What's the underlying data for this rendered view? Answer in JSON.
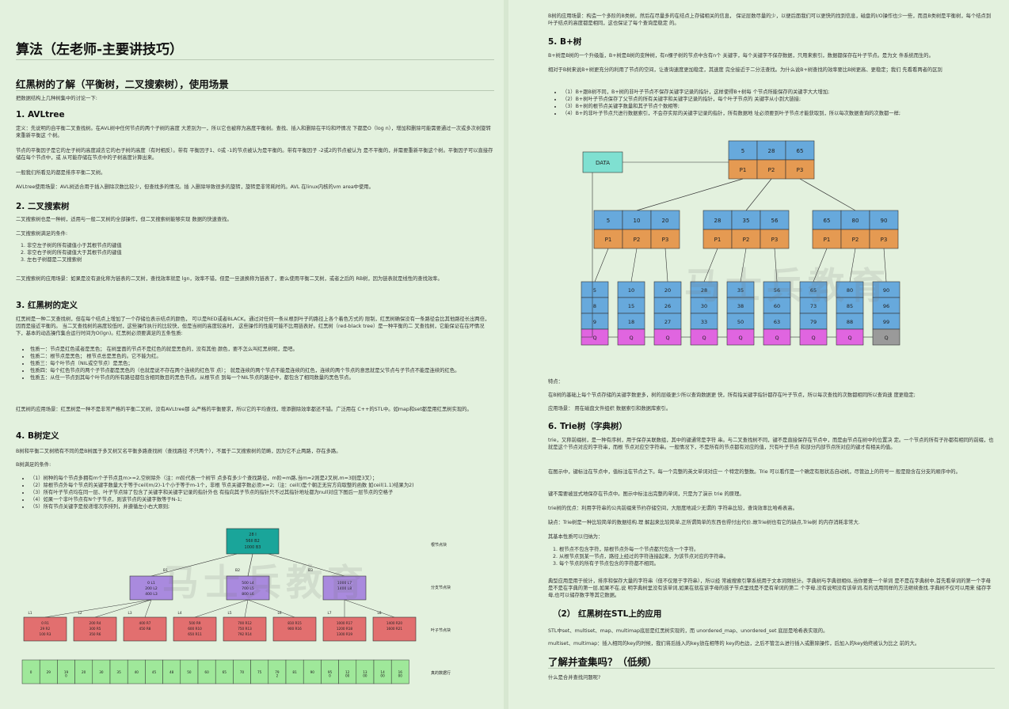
{
  "left": {
    "title": "算法（左老师-主要讲技巧）",
    "s0": {
      "title": "红黑树的了解（平衡树，二叉搜索树），使用场景",
      "intro": "把数据结构上几种树集中的讨论一下:"
    },
    "s1": {
      "title": "1. AVLtree",
      "p1": "定义：先说明的自平衡二叉查找树。在AVL树中任何节点的两个子树的高度 大差别为一，所以它也被称为高度平衡树。查找、插入和删除在平均和坏情况 下都是O（log n），增加和删除可能需要通过一次或多次树旋转来重新平衡这 个树。",
      "p2": "节点的平衡因子是它的左子树的高度减去它的右子树的高度（有时相反）。带有 平衡因子1、0或 -1的节点被认为是平衡的。带有平衡因子 -2或2的节点被认为 是不平衡的，并需要重新平衡这个树。平衡因子可以直接存储在每个节点中，或 从可能存储在节点中的子树高度计算出来。",
      "p3": "一般我们所看见的都是排序平衡二叉树。",
      "p4": "AVLtree使用场景：AVL树适合用于插入删除次数比较少，但查找多的情况。插 入删除导致很多的旋转，旋转是非常耗时的。AVL 在linux内核的vm area中使用。"
    },
    "s2": {
      "title": "2. 二叉搜索树",
      "p1": "二叉搜索树也是一种树，适用与一般二叉树的全部操作，但二叉搜索树能够实现 数据的快速查找。",
      "p2": "二叉搜索树满足的条件:",
      "items": [
        "1. 非空左子树的所有键值小于其根节点的键值",
        "2. 非空右子树的所有键值大于其根节点的键值",
        "3. 左右子树都是二叉搜索树"
      ],
      "p3": "二叉搜索树的应用场景：如果是没有退化称为链表的二叉树，查找效率就是 lgn，效率不错，但是一旦退换称为链表了，要么使用平衡二叉树，或者之后的 RB树，因为链表就是线性的查找效率。"
    },
    "s3": {
      "title": "3. 红黑树的定义",
      "p1": "红黑树是一种二叉查找树，但在每个结点上增加了一个存储位表示结点的颜色， 可以是RED或者BLACK。通过对任何一条从根到叶子的路径上各个着色方式的 限制，红黑树确保没有一条路径会比其他路径长出两倍，因而是接近平衡的。 当二叉查找树的高度较低时，这些操作执行的比较快，但是当树的高度较高时， 这些操作的性能可能不比用链表好。红黑树（red-black tree）是一种平衡的二 叉查找树，它能保证在在坏情况下，基本的动态操作集合运行时间为O(lgn)。红黑树必须要满足的五条性质:",
      "items": [
        "性质一：节点是红色或者是黑色； 在树里面的节点不是红色的就是黑色的，没有其他 颜色，要不怎么叫红黑树呢，是吧。",
        "性质二：根节点是黑色；  根节点总是黑色的。它不能为红。",
        "性质三：每个叶节点（NIL或空节点）是黑色；",
        "性质四：每个红色节点的两个子节点都是黑色的（也就是说不存在两个连续的红色节 点）； 就是连续的两个节点不能是连续的红色，连续的两个节点的意思就是父节点与子节点不能是连续的红色。",
        "性质五：从任一节点到其每个叶节点的所有路径都包含相同数目的黑色节点。从根节点 到每一个NIL节点的路径中，都包含了相同数量的黑色节点。"
      ],
      "p2": "红黑树的应用场景：红黑树是一种不是非常严格的平衡二叉树，没有AVLtree那 么严格的平衡要求，所以它的平均查找，增添删除效率都还不错。广泛用在 C++的STL中。如map和set都是用红黑树实现的。"
    },
    "s4": {
      "title": "4. B树定义",
      "p1": "B树和平衡二叉树稍有不同的是B树属于多叉树又名平衡多路查找树（查找路径 不只两个），不属于二叉搜索树的范畴，因为它不止两路，存在多路。",
      "p2": "B树满足的条件:",
      "items": [
        "（1）树种的每个节点多拥有m个子节点且m>=2,空树除外（注：m阶代表一个树节 点多有多少个查找路径，m阶=m路,当m=2则是2叉树,m=3则是3叉）；",
        "（2）除根节点外每个节点的关键字数量大于等于ceil(m/2)-1个小于等于m-1个，非根 节点关键字数必须>=2;（注：ceil()是个朝正无穷方向取整的函数 如ceil(1.1)结果为2)",
        "（3）所有叶子节点均在同一层、叶子节点除了包含了关键字和关键字记录的指针外也 有指向其子节点的指针只不过其指针地址都为null对应下图后一层节点的空格子",
        "（4）如果一个非叶节点有N个子节点，则该节点的关键字数等于N-1;",
        "（5）所有节点关键字是按递增次序排列，并遵循左小右大原则;"
      ]
    },
    "btree": {
      "root": [
        "28 I",
        "56II B2",
        "1000 B3"
      ],
      "mid": [
        [
          "0 L1",
          "200 L2",
          "400 L3"
        ],
        [
          "500 L4",
          "700 L5",
          "800 L6"
        ],
        [
          "1000 L7",
          "1400 L8"
        ]
      ],
      "leaves": [
        [
          "0 R1",
          "29 R2",
          "100 R3"
        ],
        [
          "200 R4",
          "300 R5",
          "350 R6"
        ],
        [
          "400 R7",
          "450 R8"
        ],
        [
          "500 R9",
          "600 R10",
          "650 R11"
        ],
        [
          "700 R12",
          "750 R13",
          "792 R14"
        ],
        [
          "810 R15",
          "900 R16"
        ],
        [
          "1000 R17",
          "1200 R18",
          "1300 R19"
        ],
        [
          "1400 R20",
          "1600 R21"
        ]
      ],
      "ptr": [
        "B1",
        "B2",
        "B3"
      ],
      "lptr": [
        "L1",
        "L2",
        "L3",
        "L4",
        "L5",
        "L6",
        "L7",
        "L8"
      ],
      "data": [
        "0",
        "29",
        "19\n0",
        "20",
        "30",
        "35",
        "40",
        "45",
        "48",
        "50",
        "60",
        "65",
        "70",
        "75",
        "79\n2",
        "81",
        "90",
        "95\n0",
        "12\n00",
        "13\n00",
        "14\n00",
        "16\n00"
      ],
      "label_root": "根节点块",
      "label_mid": "分支节点块",
      "label_leaf": "叶子节点块",
      "label_data": "真的数据行"
    },
    "watermark": "马士兵教育"
  },
  "right": {
    "top": "B树的应用场景：构造一个多阶的B类树，然后在尽量多的在结点上存储相关的信息， 保证层数尽量的少，以便后面我们可以更快的找到信息，磁盘的I/O操作也少一些，而且B类树是平衡树，每个结点到叶子结点的高度都是相同，这也保证了每个查询是稳定 的。",
    "s5": {
      "title": "5. B+树",
      "p1": "B+树是B树的一个升级版，B+树是B树的变种树，有n棵子树的节点中含有n个 关键字，每个关键字不保存数据，只用来索引，数据都保存在叶子节点。是为文 件系统而生的。",
      "p2": "相对于B树来说B+树更充分的利用了节点的空间，让查询速度更加稳定，其速度 完全接近于二分法查找。为什么说B+树查找的效率要比B树更高、更稳定；我们 先看看两者的区别",
      "items": [
        "（1）B+跟B树不同，B+树的非叶子节点不保存关键字记录的指针，这样使得B+树每 个节点所能保存的关键字大大增加;",
        "（2）B+树叶子节点保存了父节点的所有关键字和关键字记录的指针，每个叶子节点的 关键字从小到大链接;",
        "（3）B+树的根节点关键字数量和其子节点个数相等;",
        "（4）B+的非叶子节点只进行数据索引，不会存实际的关键字记录的指针，所有数据地 址必须要到叶子节点才能获取到，所以每次数据查询的次数都一样;"
      ]
    },
    "bplus": {
      "data_label": "DATA",
      "root": [
        "5",
        "28",
        "65"
      ],
      "mid": [
        [
          "5",
          "10",
          "20"
        ],
        [
          "28",
          "35",
          "56"
        ],
        [
          "65",
          "80",
          "90"
        ]
      ],
      "p": [
        "P1",
        "P2",
        "P3"
      ],
      "leaves": [
        [
          "5",
          "8",
          "9"
        ],
        [
          "10",
          "15",
          "18"
        ],
        [
          "20",
          "26",
          "27"
        ],
        [
          "28",
          "30",
          "33"
        ],
        [
          "35",
          "38",
          "50"
        ],
        [
          "56",
          "60",
          "63"
        ],
        [
          "65",
          "73",
          "79"
        ],
        [
          "80",
          "85",
          "88"
        ],
        [
          "90",
          "96",
          "99"
        ]
      ],
      "q": "Q"
    },
    "feat": {
      "label": "特点：",
      "p1": "在B树的基础上每个节点存储的关键字数更多，树的层级更少所以查询数据更 快，所有指关键字指针都存在叶子节点，所以每次查找的次数都相同所以查询速 度更稳定;",
      "p2": "应用场景： 用在磁盘文件组织 数据索引和数据库索引。"
    },
    "s6": {
      "title": "6. Trie树（字典树）",
      "p1": "trie，又称前缀树，是一种有序树，用于保存关联数组，其中的键通常是字符 串。与二叉查找树不同，键不是直接保存在节点中，而是由节点在树中的位置决 定。一个节点的所有子孙都有相同的前缀，也就是这个节点对应的字符串，而根 节点对应空字符串。一般情况下，不是所有的节点都有对应的值，只有叶子节点 和部分内部节点所对应的键才有相关的值。",
      "p2": "在图示中，键标注在节点中，值标注在节点之下。每一个完整的英文单词对应一 个特定的整数。Trie 可以看作是一个确定有限状态自动机，尽管边上的符号一 般是隐含在分支的顺序中的。",
      "p3": "键不需要被显式地保存在节点中。图示中标注出完整的单词，只是为了演示 trie 的原理。",
      "p4": "trie树的优点：利用字符串的公共前缀来节约存储空间，大限度地减少无谓的 字符串比较，查询效率比哈希表高。",
      "p5": "缺点：Trie树是一种比较简单的数据结构.理 解起来比较简单,正所谓简单的东西也得付出代价.故Trie树也有它的缺点,Trie树 的内存消耗非常大.",
      "p6": "其基本性质可以归纳为：",
      "items": [
        "1. 根节点不包含字符，除根节点外每一个节点都只包含一个字符。",
        "2. 从根节点到某一节点，路径上经过的字符连接起来，为该节点对应的字符串。",
        "3. 每个节点的所有子节点包含的字符都不相同。"
      ],
      "p7": "典型应用是用于统计，排序和保存大量的字符串（但不仅限于字符串），所以经 常被搜索引擎系统用于文本词频统计。字典树与字典很相似,当你要查一个单词 是不是在字典树中,首先看单词的第一个字母是不是在字典的第一层,如果不在,说 明字典树里没有该单词,如果在就在该字母的孩子节点里找是不是有单词的第二 个字母,没有说明没有该单词,有的话用同样的方法继续查找.字典树不仅可以用来 储存字母,也可以储存数字等其它数据。"
    },
    "s7": {
      "title": "（2） 红黑树在STL上的应用",
      "p1": "STL中set、multiset、map、multimap底层是红黑树实现的，而 unordered_map、unordered_set 底层是哈希表实现的。",
      "p2": "multiset、multimap：插入相同的key的时候，我们将后插入的key放在相等的 key的右边，之后不管怎么进行插入或删除操作，后加入的key始终被认为比之 前的大。"
    },
    "s8": {
      "title": "了解并查集吗？（低频）",
      "p1": "什么是合并查找问题呢?"
    },
    "watermark": "马士兵教育"
  }
}
